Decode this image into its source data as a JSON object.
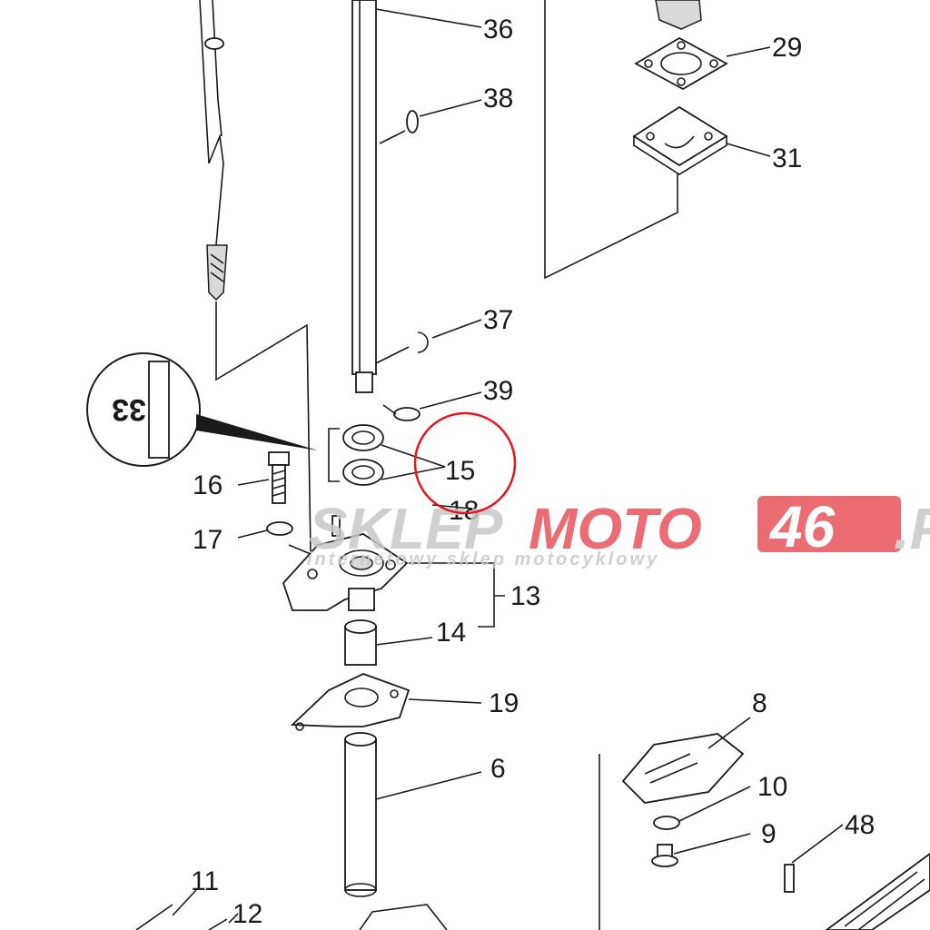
{
  "diagram": {
    "part_numbers": [
      "36",
      "29",
      "38",
      "31",
      "37",
      "39",
      "15",
      "16",
      "17",
      "18",
      "13",
      "14",
      "19",
      "8",
      "6",
      "10",
      "9",
      "48",
      "11",
      "12"
    ]
  },
  "watermark": {
    "brand_gray": "SKLEP",
    "brand_red": "MOTO",
    "brand_num": "46",
    "brand_tld": ".P",
    "tagline": "internetowy sklep motocyklowy",
    "colors": {
      "gray": "#c8c8c8",
      "red": "#e8535a"
    }
  },
  "highlight": {
    "color": "#e8151b",
    "target": "15"
  },
  "emblem": {
    "text": "33"
  }
}
